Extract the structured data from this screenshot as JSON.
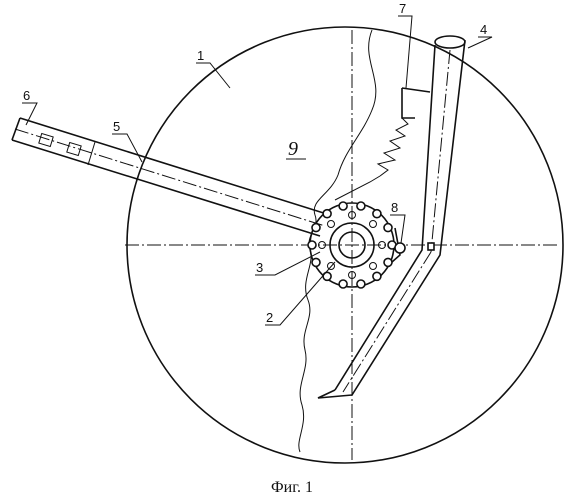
{
  "figure": {
    "caption": "Фиг. 1",
    "labels": {
      "l1": "1",
      "l2": "2",
      "l3": "3",
      "l4": "4",
      "l5": "5",
      "l6": "6",
      "l7": "7",
      "l8": "8",
      "l9": "9"
    }
  }
}
